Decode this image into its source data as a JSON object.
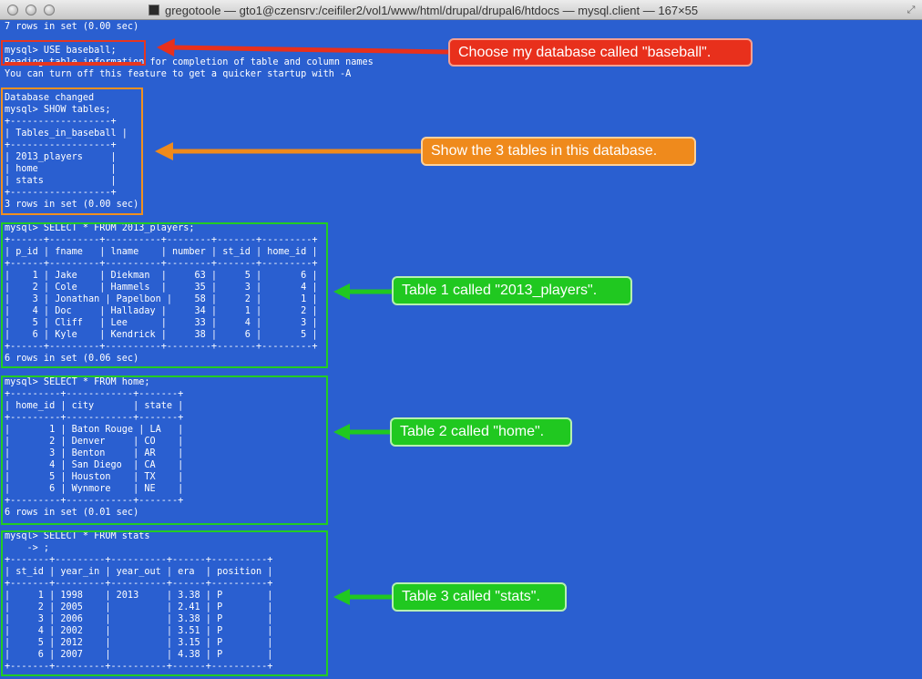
{
  "window": {
    "title": "gregotoole — gto1@czensrv:/ceifiler2/vol1/www/html/drupal/drupal6/htdocs — mysql.client — 167×55"
  },
  "terminal": {
    "lines": [
      "7 rows in set (0.00 sec)",
      "",
      "mysql> USE baseball;",
      "Reading table information for completion of table and column names",
      "You can turn off this feature to get a quicker startup with -A",
      "",
      "Database changed",
      "mysql> SHOW tables;",
      "+------------------+",
      "| Tables_in_baseball |",
      "+------------------+",
      "| 2013_players     |",
      "| home             |",
      "| stats            |",
      "+------------------+",
      "3 rows in set (0.00 sec)",
      "",
      "mysql> SELECT * FROM 2013_players;",
      "+------+---------+----------+--------+-------+---------+",
      "| p_id | fname   | lname    | number | st_id | home_id |",
      "+------+---------+----------+--------+-------+---------+",
      "|    1 | Jake    | Diekman  |     63 |     5 |       6 |",
      "|    2 | Cole    | Hammels  |     35 |     3 |       4 |",
      "|    3 | Jonathan | Papelbon |    58 |     2 |       1 |",
      "|    4 | Doc     | Halladay |     34 |     1 |       2 |",
      "|    5 | Cliff   | Lee      |     33 |     4 |       3 |",
      "|    6 | Kyle    | Kendrick |     38 |     6 |       5 |",
      "+------+---------+----------+--------+-------+---------+",
      "6 rows in set (0.06 sec)",
      "",
      "mysql> SELECT * FROM home;",
      "+---------+------------+-------+",
      "| home_id | city       | state |",
      "+---------+------------+-------+",
      "|       1 | Baton Rouge | LA   |",
      "|       2 | Denver     | CO    |",
      "|       3 | Benton     | AR    |",
      "|       4 | San Diego  | CA    |",
      "|       5 | Houston    | TX    |",
      "|       6 | Wynmore    | NE    |",
      "+---------+------------+-------+",
      "6 rows in set (0.01 sec)",
      "",
      "mysql> SELECT * FROM stats",
      "    -> ;",
      "+-------+---------+----------+------+----------+",
      "| st_id | year_in | year_out | era  | position |",
      "+-------+---------+----------+------+----------+",
      "|     1 | 1998    | 2013     | 3.38 | P        |",
      "|     2 | 2005    |          | 2.41 | P        |",
      "|     3 | 2006    |          | 3.38 | P        |",
      "|     4 | 2002    |          | 3.51 | P        |",
      "|     5 | 2012    |          | 3.15 | P        |",
      "|     6 | 2007    |          | 4.38 | P        |",
      "+-------+---------+----------+------+----------+"
    ]
  },
  "callouts": {
    "database": "Choose my database called \"baseball\".",
    "tables": "Show the 3 tables in this database.",
    "table1": "Table 1 called \"2013_players\".",
    "table2": "Table 2 called \"home\".",
    "table3": "Table 3 called \"stats\"."
  },
  "colors": {
    "terminal_background": "#2a5fd0",
    "red_annotation": "#e8301c",
    "orange_annotation": "#ef8a1c",
    "green_annotation": "#20c820"
  },
  "icons": [
    "close-button-icon",
    "minimize-button-icon",
    "zoom-button-icon",
    "terminal-app-icon",
    "fullscreen-icon"
  ]
}
